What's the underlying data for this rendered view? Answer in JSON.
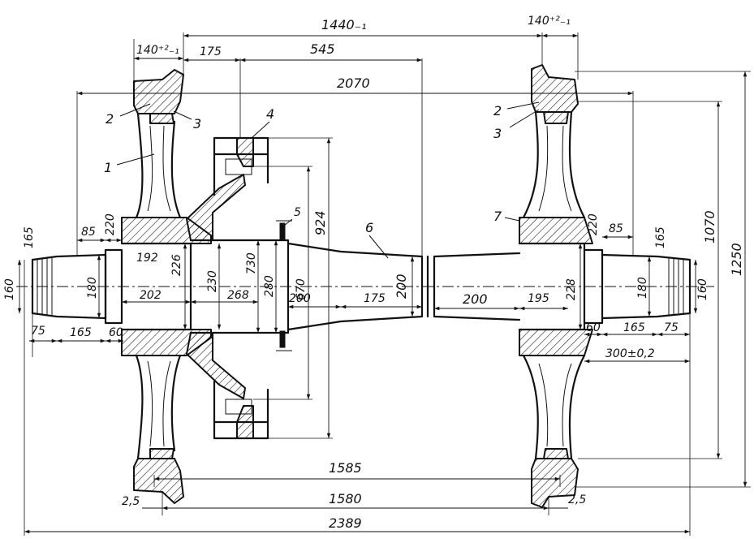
{
  "dimensions": {
    "d1440": "1440₋₁",
    "d140_left": "140⁺²₋₁",
    "d140_right": "140⁺²₋₁",
    "d175_top": "175",
    "d545": "545",
    "d2070": "2070",
    "d1070": "1070",
    "d1250": "1250",
    "d924": "924",
    "d670": "670",
    "d730": "730",
    "d280": "280",
    "d268": "268",
    "d230": "230",
    "d226": "226",
    "d202": "202",
    "d192": "192",
    "d180_left": "180",
    "d180_right": "180",
    "d160_left": "160",
    "d160_right": "160",
    "d165_tl": "165",
    "d165_tr": "165",
    "d85_left": "85",
    "d85_right": "85",
    "d220_left": "220",
    "d220_right": "220",
    "d75_left": "75",
    "d75_right": "75",
    "d165_bl": "165",
    "d165_br": "165",
    "d60_left": "60",
    "d60_right": "60",
    "d200_a": "200",
    "d175_mid": "175",
    "d200_b": "200",
    "d200_c": "200",
    "d195": "195",
    "d228": "228",
    "d300": "300±0,2",
    "d1585": "1585",
    "d1580": "1580",
    "d2389": "2389",
    "d2_5_left": "2,5",
    "d2_5_right": "2,5"
  },
  "part_labels": {
    "p1": "1",
    "p2_left": "2",
    "p3_left": "3",
    "p4": "4",
    "p5": "5",
    "p6": "6",
    "p7": "7",
    "p2_right": "2",
    "p3_right": "3"
  }
}
